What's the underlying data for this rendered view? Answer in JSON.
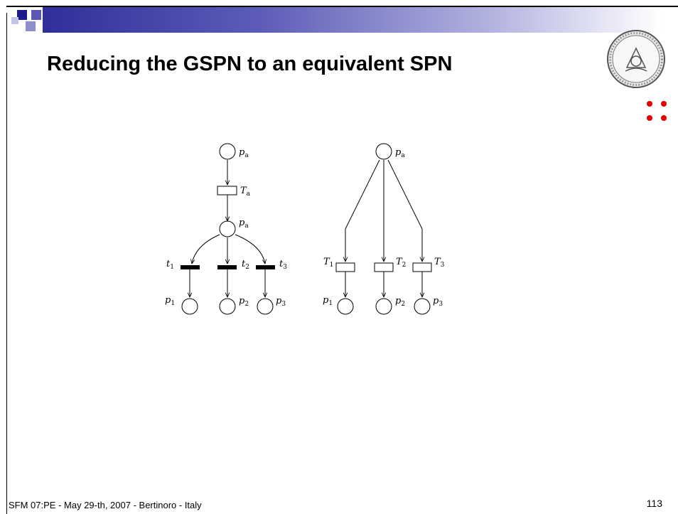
{
  "slide": {
    "title": "Reducing the GSPN to an equivalent SPN",
    "footer": "SFM 07:PE - May 29-th, 2007 - Bertinoro - Italy",
    "page_number": "113"
  },
  "colors": {
    "banner": "#2f2f9a",
    "dots": "#e00000"
  },
  "icons": {
    "logo": "university-seal-icon",
    "ornament": "red-dots-icon"
  },
  "diagram": {
    "gspn": {
      "places": [
        {
          "sym": "p",
          "sub": "a"
        },
        {
          "sym": "p",
          "sub": "a"
        },
        {
          "sym": "p",
          "sub": "1"
        },
        {
          "sym": "p",
          "sub": "2"
        },
        {
          "sym": "p",
          "sub": "3"
        }
      ],
      "timed_transitions": [
        {
          "sym": "T",
          "sub": "a"
        }
      ],
      "immediate_transitions": [
        {
          "sym": "t",
          "sub": "1"
        },
        {
          "sym": "t",
          "sub": "2"
        },
        {
          "sym": "t",
          "sub": "3"
        }
      ]
    },
    "spn": {
      "places": [
        {
          "sym": "p",
          "sub": "a"
        },
        {
          "sym": "p",
          "sub": "1"
        },
        {
          "sym": "p",
          "sub": "2"
        },
        {
          "sym": "p",
          "sub": "3"
        }
      ],
      "timed_transitions": [
        {
          "sym": "T",
          "sub": "1"
        },
        {
          "sym": "T",
          "sub": "2"
        },
        {
          "sym": "T",
          "sub": "3"
        }
      ]
    }
  }
}
